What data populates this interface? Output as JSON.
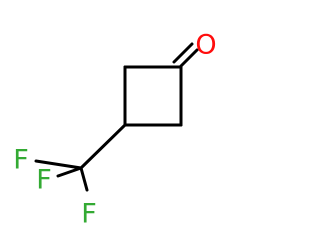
{
  "molecule": {
    "atoms": {
      "oxygen": {
        "symbol": "O",
        "color": "#ff0d0d"
      },
      "fluorine_1": {
        "symbol": "F",
        "color": "#33aa33"
      },
      "fluorine_2": {
        "symbol": "F",
        "color": "#33aa33"
      },
      "fluorine_3": {
        "symbol": "F",
        "color": "#33aa33"
      }
    },
    "bond_color": "#000000",
    "background": "#ffffff"
  }
}
